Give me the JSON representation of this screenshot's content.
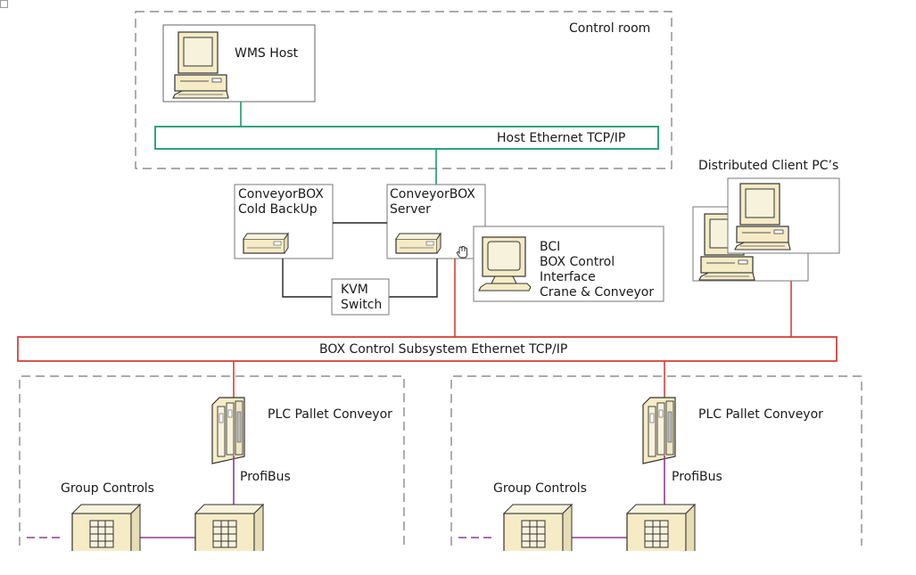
{
  "diagram": {
    "control_room_label": "Control room",
    "wms_host_label": "WMS Host",
    "host_ethernet_label": "Host Ethernet TCP/IP",
    "cold_backup_label": "ConveyorBOX\nCold BackUp",
    "server_label": "ConveyorBOX\nServer",
    "bci_label": "BCI\nBOX Control\nInterface\nCrane & Conveyor",
    "kvm_label": "KVM\nSwitch",
    "distributed_clients_label": "Distributed Client PC’s",
    "box_control_ethernet_label": "BOX Control Subsystem Ethernet TCP/IP",
    "left_plc_label": "PLC Pallet Conveyor",
    "left_profibus_label": "ProfiBus",
    "left_group_controls_label": "Group Controls",
    "right_plc_label": "PLC Pallet Conveyor",
    "right_profibus_label": "ProfiBus",
    "right_group_controls_label": "Group Controls",
    "colors": {
      "host_network": "#1a9a6e",
      "box_network": "#d9403a",
      "profibus": "#8f3d8f",
      "cabinet_fill": "#f5ecc6",
      "outline": "#555555"
    },
    "icons": [
      "desktop-computer-icon",
      "server-unit-icon",
      "plc-rack-icon",
      "control-cabinet-icon",
      "pointer-cursor-icon"
    ]
  }
}
